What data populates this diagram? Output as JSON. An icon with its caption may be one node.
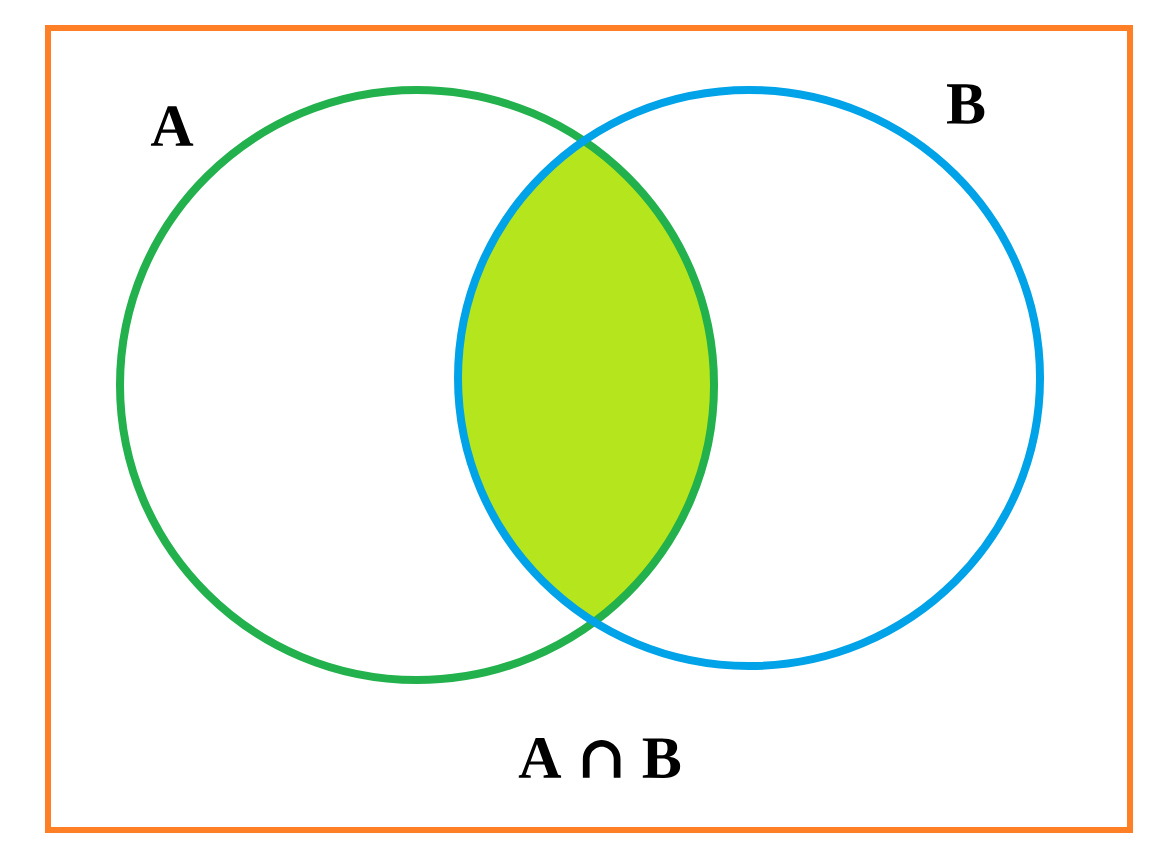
{
  "diagram": {
    "nodes": [
      {
        "text": [],
        "shape": "box"
      },
      {
        "text": [
          "A"
        ],
        "in": 0
      },
      {
        "text": [
          "B"
        ],
        "in": 0
      },
      {
        "text": [],
        "shape": "lens"
      }
    ],
    "labels": [
      "A ∩ B"
    ]
  }
}
